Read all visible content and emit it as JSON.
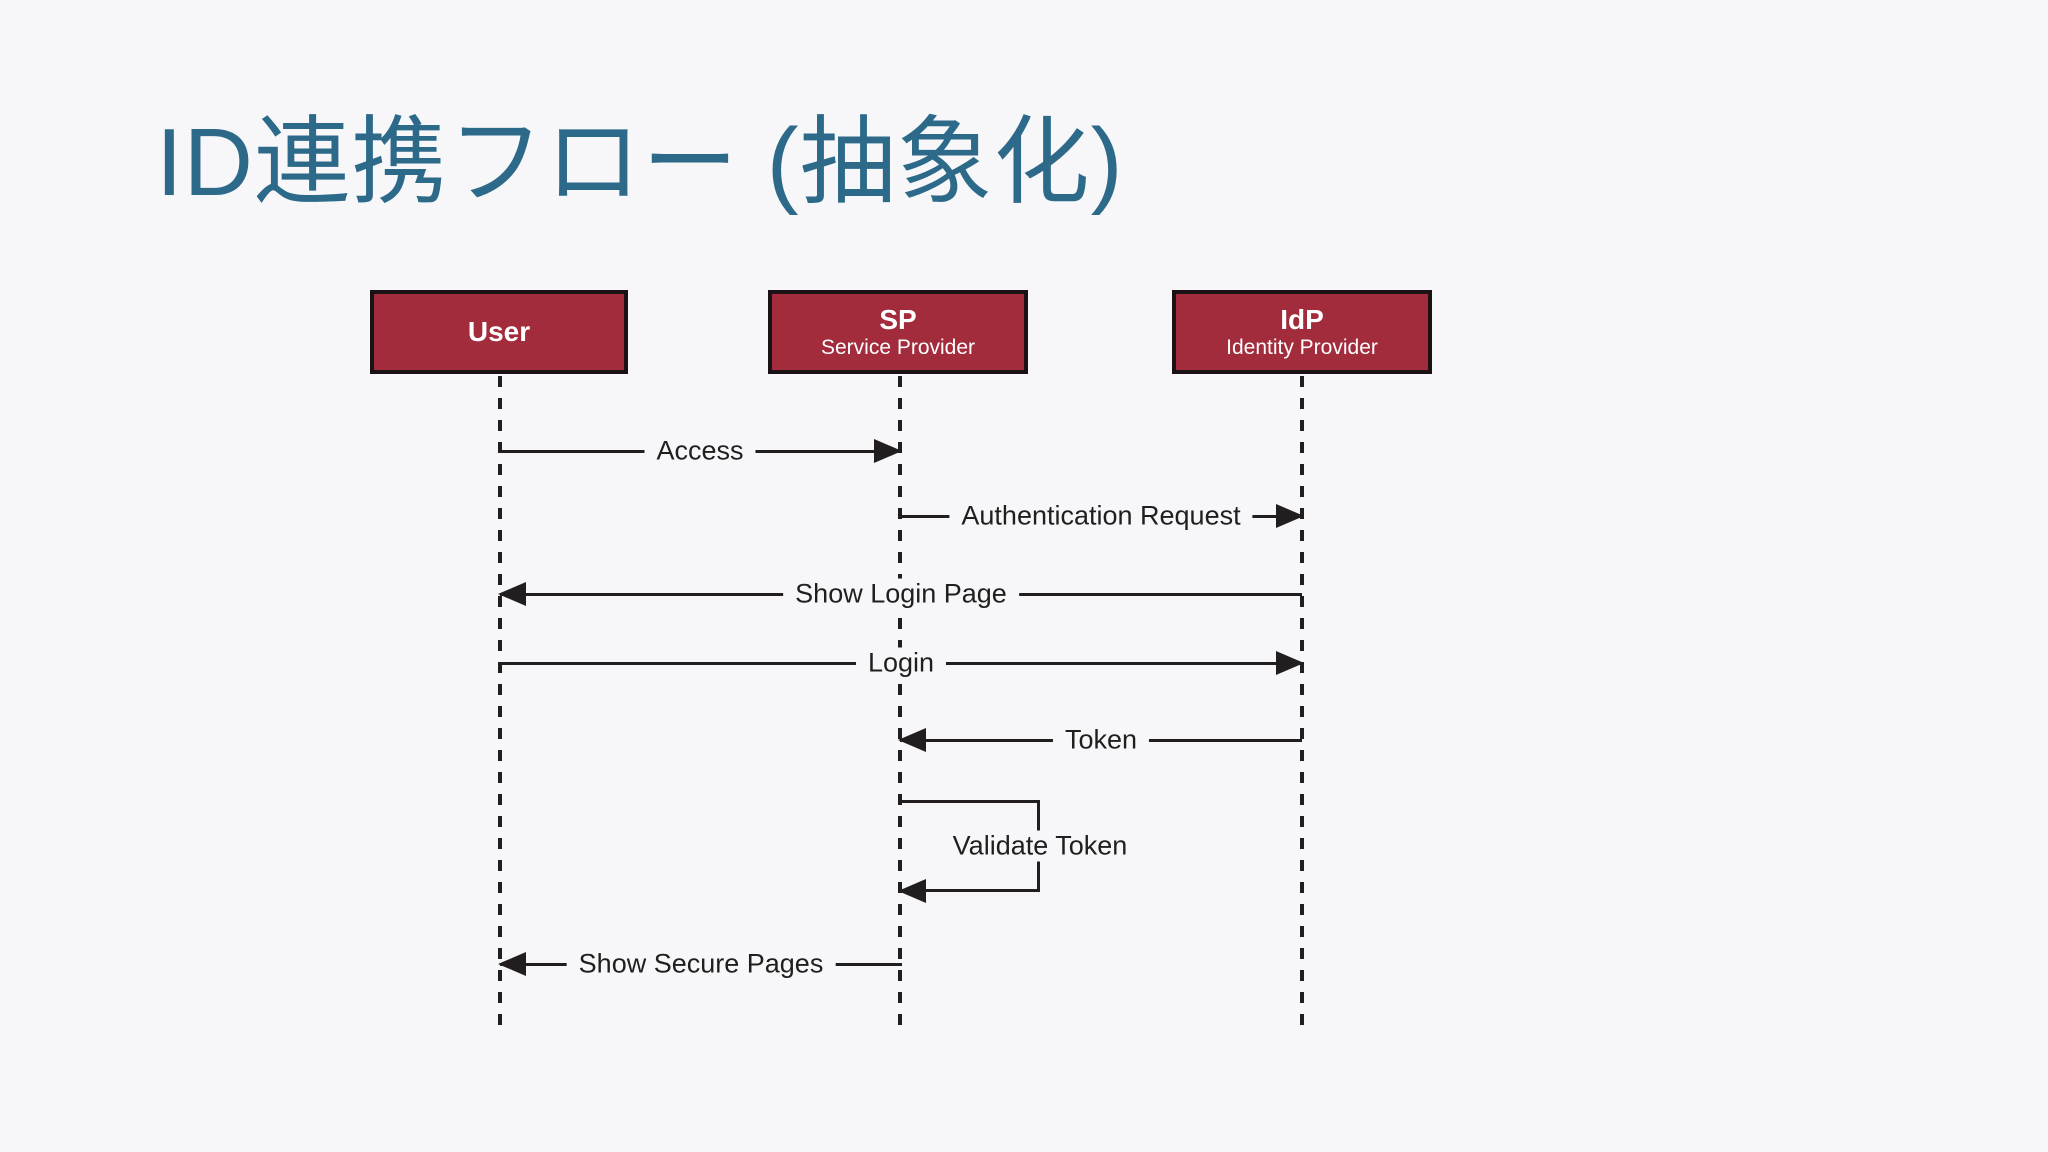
{
  "title": "ID連携フロー (抽象化)",
  "colors": {
    "background": "#f7f7f9",
    "title": "#2d6a8a",
    "actor_fill": "#a22b3c",
    "actor_border": "#1b1216",
    "actor_text": "#ffffff",
    "line": "#221e20",
    "label_text": "#1f1f1f"
  },
  "actors": [
    {
      "name": "User",
      "subtitle": ""
    },
    {
      "name": "SP",
      "subtitle": "Service Provider"
    },
    {
      "name": "IdP",
      "subtitle": "Identity Provider"
    }
  ],
  "messages": [
    {
      "label": "Access",
      "from": "User",
      "to": "SP",
      "direction": "right"
    },
    {
      "label": "Authentication Request",
      "from": "SP",
      "to": "IdP",
      "direction": "right"
    },
    {
      "label": "Show Login Page",
      "from": "IdP",
      "to": "User",
      "direction": "left"
    },
    {
      "label": "Login",
      "from": "User",
      "to": "IdP",
      "direction": "right"
    },
    {
      "label": "Token",
      "from": "IdP",
      "to": "SP",
      "direction": "left"
    },
    {
      "label": "Validate Token",
      "from": "SP",
      "to": "SP",
      "direction": "self"
    },
    {
      "label": "Show Secure Pages",
      "from": "SP",
      "to": "User",
      "direction": "left"
    }
  ]
}
